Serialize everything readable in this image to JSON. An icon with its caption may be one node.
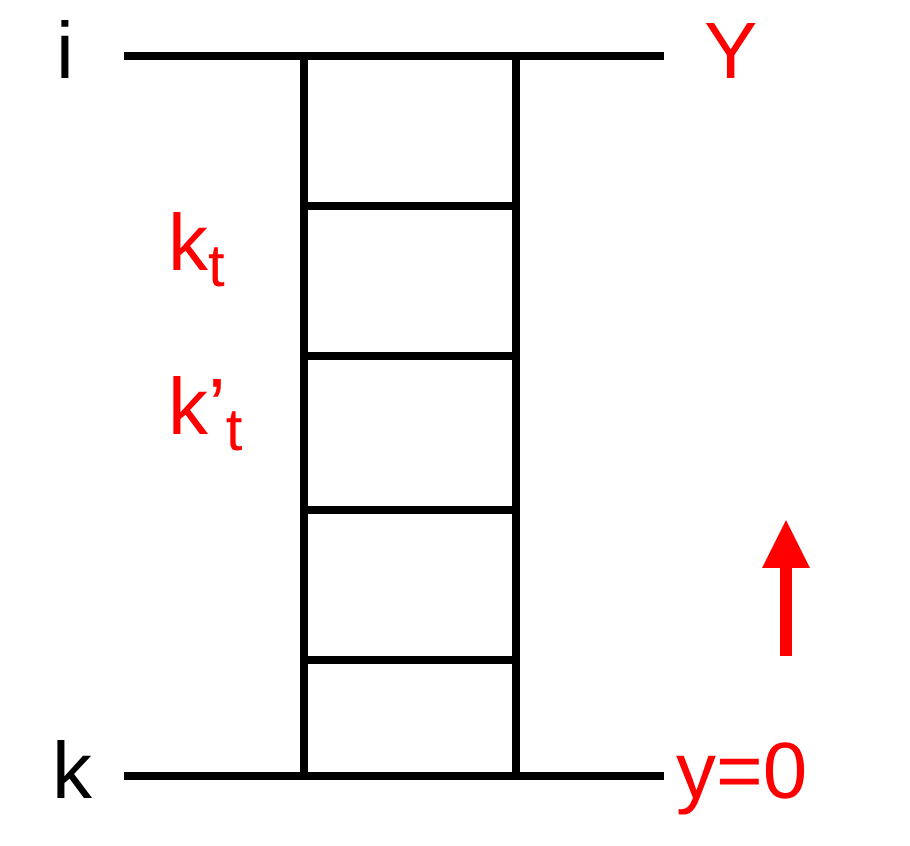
{
  "diagram": {
    "labels": [
      "i",
      "Y",
      "k$_{t}$",
      "k’$_{t}$",
      "k",
      "y=0"
    ]
  }
}
